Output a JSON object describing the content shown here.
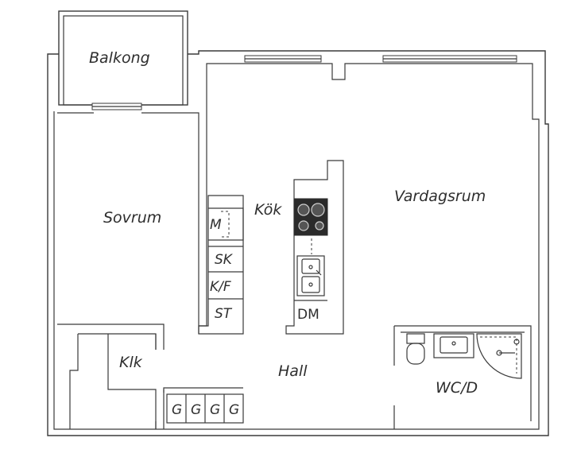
{
  "rooms": {
    "balkong": "Balkong",
    "sovrum": "Sovrum",
    "kok": "Kök",
    "vardagsrum": "Vardagsrum",
    "klk": "Klk",
    "hall": "Hall",
    "wc": "WC/D"
  },
  "fixtures": {
    "m": "M",
    "sk": "SK",
    "kf": "K/F",
    "st": "ST",
    "dm": "DM",
    "g": "G"
  },
  "colors": {
    "wall": "#3a3a3a",
    "hob": "#2b2b2b"
  }
}
